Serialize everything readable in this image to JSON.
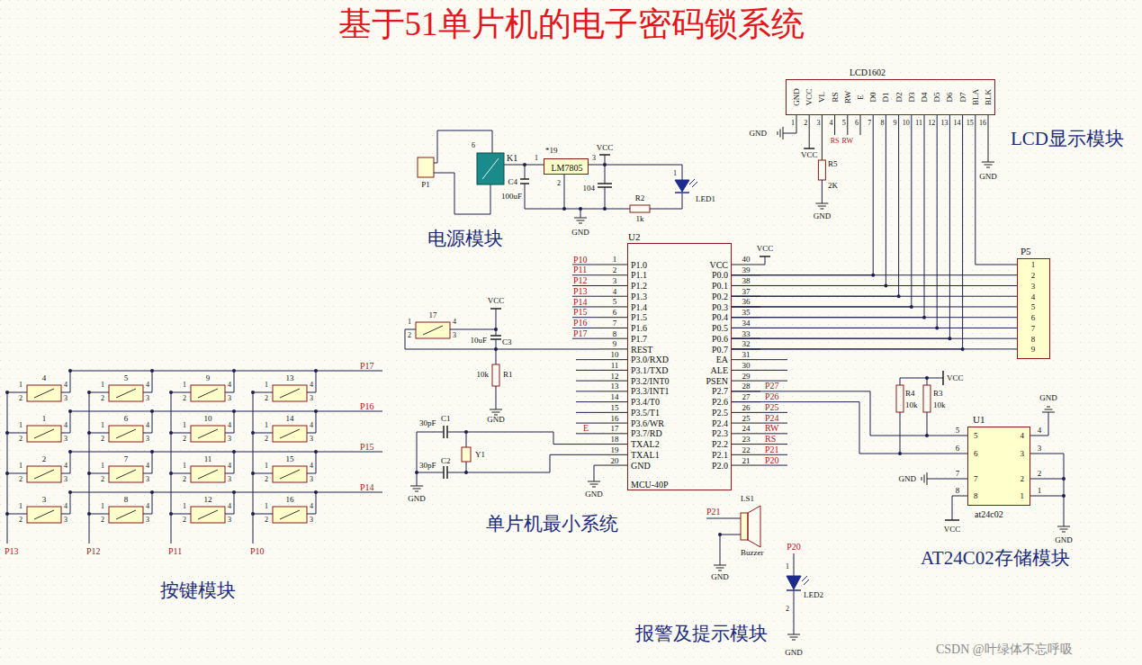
{
  "diagram": {
    "title": "基于51单片机的电子密码锁系统",
    "nodes": [
      {
        "text": [
          "LCD1602"
        ]
      },
      {
        "text": [
          "LM7805"
        ]
      },
      {
        "text": [
          "U2",
          "MCU-40P"
        ]
      },
      {
        "text": [
          "P5"
        ]
      },
      {
        "text": [
          "U1",
          "at24c02"
        ]
      }
    ],
    "edges": [
      {
        "from": 2,
        "to": 3,
        "arrow": "none"
      },
      {
        "from": 2,
        "to": 3,
        "arrow": "none"
      },
      {
        "from": 2,
        "to": 3,
        "arrow": "none"
      },
      {
        "from": 2,
        "to": 3,
        "arrow": "none"
      },
      {
        "from": 2,
        "to": 3,
        "arrow": "none"
      },
      {
        "from": 2,
        "to": 3,
        "arrow": "none"
      },
      {
        "from": 2,
        "to": 3,
        "arrow": "none"
      },
      {
        "from": 2,
        "to": 3,
        "arrow": "none"
      },
      {
        "from": 2,
        "to": 0,
        "arrow": "none"
      },
      {
        "from": 2,
        "to": 0,
        "arrow": "none"
      },
      {
        "from": 2,
        "to": 0,
        "arrow": "none"
      },
      {
        "from": 2,
        "to": 0,
        "arrow": "none"
      },
      {
        "from": 2,
        "to": 0,
        "arrow": "none"
      },
      {
        "from": 2,
        "to": 0,
        "arrow": "none"
      },
      {
        "from": 2,
        "to": 0,
        "arrow": "none"
      },
      {
        "from": 2,
        "to": 0,
        "arrow": "none"
      },
      {
        "from": 0,
        "to": 3,
        "arrow": "none"
      },
      {
        "from": 2,
        "to": 4,
        "arrow": "none"
      },
      {
        "from": 2,
        "to": 4,
        "arrow": "none"
      }
    ],
    "labels": [
      "LCD显示模块",
      "电源模块",
      "单片机最小系统",
      "按键模块",
      "AT24C02存储模块",
      "报警及提示模块",
      "CSDN @叶绿体不忘呼吸",
      "1",
      "P1.0",
      "2",
      "P1.1",
      "3",
      "P1.2",
      "4",
      "P1.3",
      "5",
      "P1.4",
      "6",
      "P1.5",
      "7",
      "P1.6",
      "8",
      "P1.7",
      "9",
      "REST",
      "10",
      "P3.0/RXD",
      "11",
      "P3.1/TXD",
      "12",
      "P3.2/INT0",
      "13",
      "P3.3/INT1",
      "14",
      "P3.4/T0",
      "15",
      "P3.5/T1",
      "16",
      "P3.6/WR",
      "17",
      "P3.7/RD",
      "18",
      "TXAL2",
      "19",
      "TXAL1",
      "20",
      "GND",
      "40",
      "VCC",
      "39",
      "P0.0",
      "38",
      "P0.1",
      "37",
      "P0.2",
      "36",
      "P0.3",
      "35",
      "P0.4",
      "34",
      "P0.5",
      "33",
      "P0.6",
      "32",
      "P0.7",
      "31",
      "EA",
      "30",
      "ALE",
      "29",
      "PSEN",
      "28",
      "P2.7",
      "27",
      "P2.6",
      "26",
      "P2.5",
      "25",
      "P2.4",
      "24",
      "P2.3",
      "23",
      "P2.2",
      "22",
      "P2.1",
      "21",
      "P2.0",
      "P10",
      "P11",
      "P12",
      "P13",
      "P14",
      "P15",
      "P16",
      "P17",
      "E",
      "P27",
      "P26",
      "P25",
      "P24",
      "RW",
      "RS",
      "P21",
      "P20",
      "1",
      "2",
      "3",
      "4",
      "5",
      "6",
      "7",
      "8",
      "9",
      "10",
      "11",
      "12",
      "13",
      "14",
      "15",
      "16",
      "GND",
      "VCC",
      "VL",
      "RS",
      "RW",
      "E",
      "D0",
      "D1",
      "D2",
      "D3",
      "D4",
      "D5",
      "D6",
      "D7",
      "BLA",
      "BLK",
      "GND",
      "VCC",
      "R5",
      "2K",
      "GND",
      "RS",
      "RW",
      "GND",
      "1",
      "2",
      "3",
      "4",
      "5",
      "6",
      "7",
      "8",
      "9",
      "P1",
      "6",
      "K1",
      "1",
      "*19",
      "3",
      "2",
      "C4",
      "100uF",
      "VCC",
      "104",
      "R2",
      "1k",
      "1",
      "LED1",
      "GND",
      "17",
      "1",
      "2",
      "4",
      "3",
      "VCC",
      "10uF",
      "C3",
      "10k",
      "R1",
      "GND",
      "30pF",
      "C1",
      "30pF",
      "C2",
      "Y1",
      "GND",
      "GND",
      "VCC",
      "VCC",
      "R4",
      "10k",
      "R3",
      "10k",
      "GND",
      "5",
      "4",
      "6",
      "3",
      "7",
      "2",
      "8",
      "1",
      "5",
      "6",
      "7",
      "8",
      "4",
      "3",
      "2",
      "1",
      "GND",
      "VCC",
      "GND",
      "P21",
      "LS1",
      "Buzzer",
      "GND",
      "P20",
      "1",
      "2",
      "LED2",
      "GND",
      "4",
      "1",
      "2",
      "4",
      "3",
      "5",
      "1",
      "2",
      "4",
      "3",
      "9",
      "1",
      "2",
      "4",
      "3",
      "13",
      "1",
      "2",
      "4",
      "3",
      "1",
      "1",
      "2",
      "4",
      "3",
      "6",
      "1",
      "2",
      "4",
      "3",
      "10",
      "1",
      "2",
      "4",
      "3",
      "14",
      "1",
      "2",
      "4",
      "3",
      "2",
      "1",
      "2",
      "4",
      "3",
      "7",
      "1",
      "2",
      "4",
      "3",
      "11",
      "1",
      "2",
      "4",
      "3",
      "15",
      "1",
      "2",
      "4",
      "3",
      "3",
      "1",
      "2",
      "4",
      "3",
      "8",
      "1",
      "2",
      "4",
      "3",
      "12",
      "1",
      "2",
      "4",
      "3",
      "16",
      "1",
      "2",
      "4",
      "3",
      "P17",
      "P16",
      "P15",
      "P14",
      "P13",
      "P12",
      "P11",
      "P10"
    ]
  }
}
